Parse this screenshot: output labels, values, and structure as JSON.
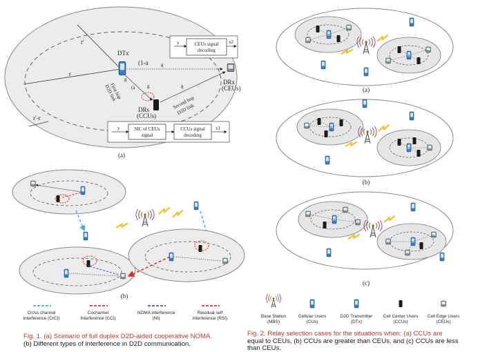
{
  "fig1": {
    "labels": {
      "r_outer": "r'",
      "r_inner": "r",
      "r_diff": "r'-r",
      "dtx": "DTx",
      "drs": "DRs",
      "drs_sub": "(CCUs)",
      "drx": "DRx",
      "drx_sub": "(CEUs)",
      "alpha": "(1-a",
      "alpha2": "(a",
      "first_hop_1": "First hop",
      "first_hop_2": "D2D link",
      "second_hop_1": "Second hop",
      "second_hop_2": "D2D link",
      "g1": "g",
      "g2": "g",
      "g3": "g",
      "gsi": "g",
      "y_top": "y",
      "x_top": "x2",
      "y_bot": "y",
      "x_bot": "x1"
    },
    "boxes": {
      "ceus_1": "CEUs signal",
      "ceus_2": "decoding",
      "sic_1": "SIC of CEUs",
      "sic_2": "signal",
      "ccus_1": "CCUs signal",
      "ccus_2": "decoding"
    },
    "sub_a": "(a)",
    "sub_b": "(b)",
    "legend": [
      {
        "line1": "Cross channel",
        "line2": "interference (CrCI)",
        "color": "#4aa8d8"
      },
      {
        "line1": "Cochannel",
        "line2": "Interference (CCI)",
        "color": "#d93030"
      },
      {
        "line1": "NOMA interference",
        "line2": "(NI)",
        "color": "#5a4a9a"
      },
      {
        "line1": "Residual self",
        "line2": "interference (RSI)",
        "color": "#d93030"
      }
    ],
    "caption_1": "Fig. 1.   (a) Scenario of full duplex D2D-aided cooperative NOMA.",
    "caption_2": "(b) Different types of interference in D2D communication."
  },
  "fig2": {
    "sub_a": "(a)",
    "sub_b": "(b)",
    "sub_c": "(c)",
    "legend": [
      {
        "line1": "Base Station",
        "line2": "(MBS)",
        "icon": "base-station-icon"
      },
      {
        "line1": "Cellular Users",
        "line2": "(CUs)",
        "icon": "phone-icon"
      },
      {
        "line1": "D2D Transmitter",
        "line2": "(DTx)",
        "icon": "d2d-transmitter-icon"
      },
      {
        "line1": "Cell Center Users",
        "line2": "(CCUs)",
        "icon": "cell-center-user-icon"
      },
      {
        "line1": "Cell Edge Users",
        "line2": "(CEUs)",
        "icon": "cell-edge-user-icon"
      }
    ],
    "caption_1": "Fig. 2.    Relay selection cases for the situations when: (a) CCUs are",
    "caption_2": "equal to CEUs, (b) CCUs are greater than CEUs, and (c) CCUs are less",
    "caption_3": "than CEUs."
  },
  "colors": {
    "ellipse_fill": "#ececec",
    "ellipse_stroke": "#888888",
    "lightning": "#f2c12e",
    "phone": "#3a7ec2",
    "ccu": "#1a1a1a",
    "rsi": "#d93030",
    "crci": "#4aa8d8"
  }
}
